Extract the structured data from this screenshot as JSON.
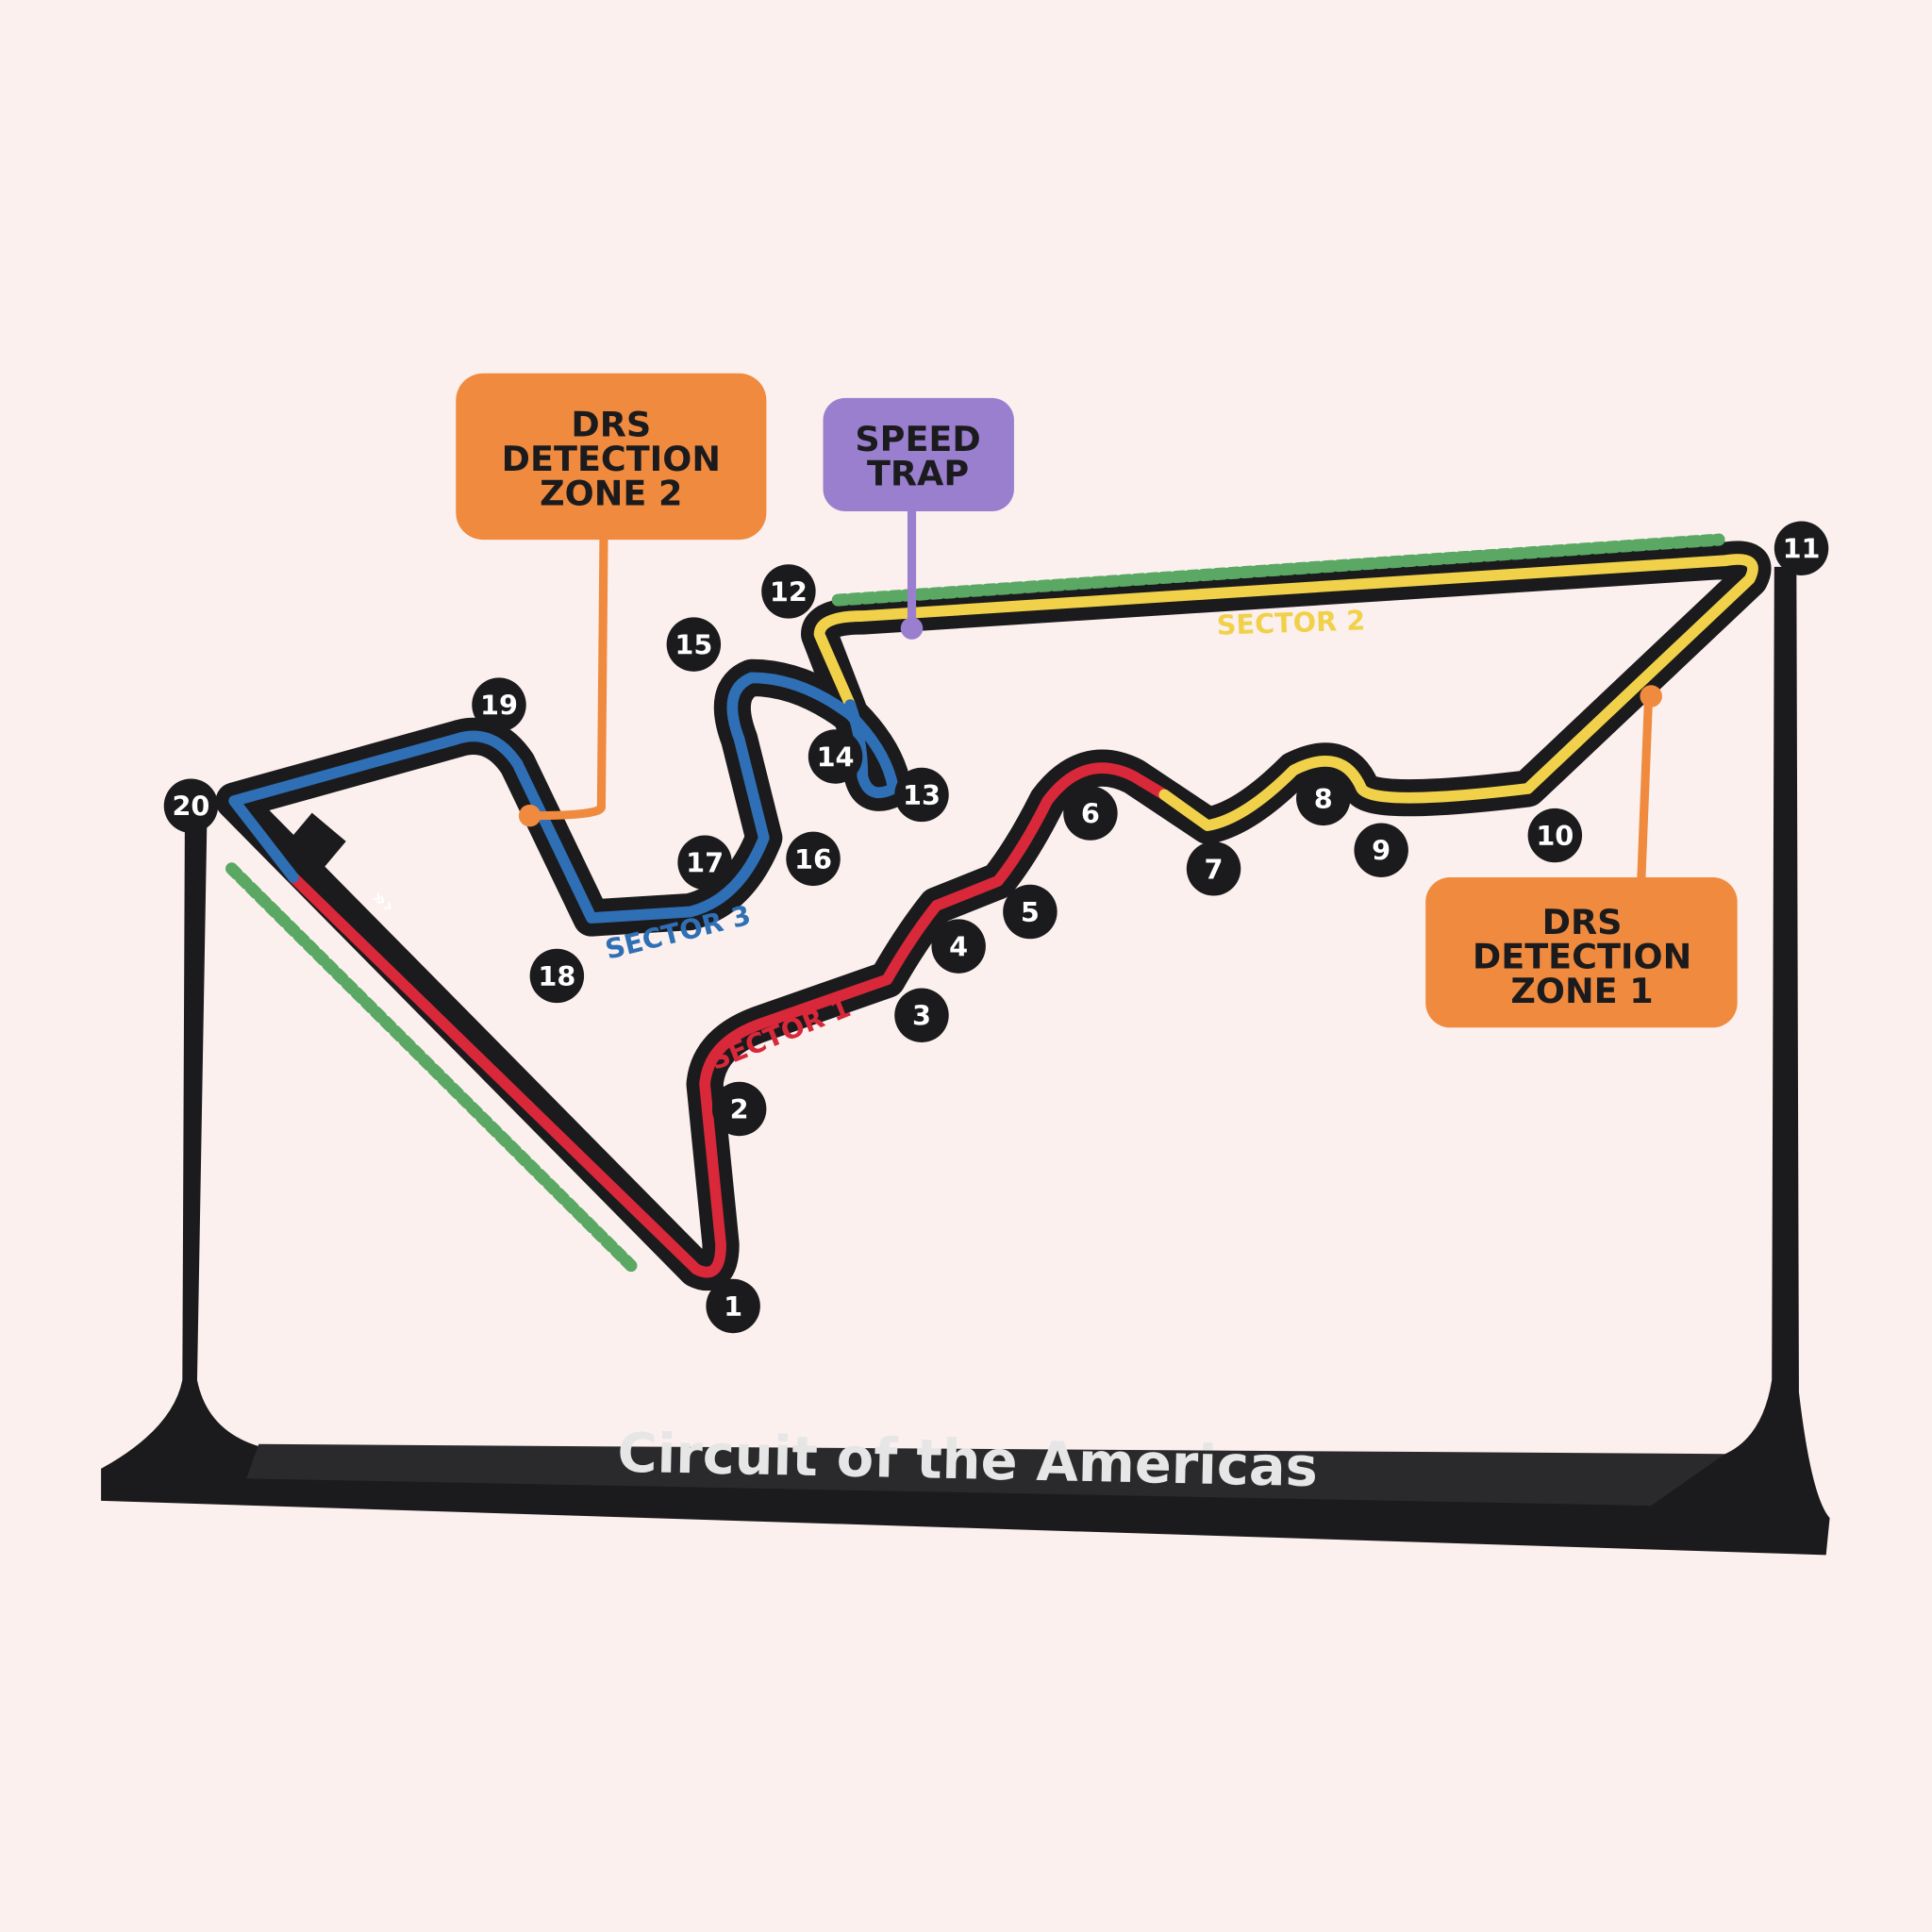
{
  "model": {
    "base_text": "Circuit of the Americas",
    "callouts": [
      {
        "lines": [
          "DRS",
          "DETECTION",
          "ZONE 2"
        ],
        "color": "#f08a3e"
      },
      {
        "lines": [
          "SPEED",
          "TRAP"
        ],
        "color": "#9b7fcf"
      },
      {
        "lines": [
          "DRS",
          "DETECTION",
          "ZONE 1"
        ],
        "color": "#f08a3e"
      }
    ],
    "sectors": [
      {
        "label": "SECTOR 1",
        "color": "#d8283a"
      },
      {
        "label": "SECTOR 2",
        "color": "#f1d14a"
      },
      {
        "label": "SECTOR 3",
        "color": "#2f6fb5"
      }
    ],
    "turns": [
      "1",
      "2",
      "3",
      "4",
      "5",
      "6",
      "7",
      "8",
      "9",
      "10",
      "11",
      "12",
      "13",
      "14",
      "15",
      "16",
      "17",
      "18",
      "19",
      "20"
    ],
    "colors": {
      "background": "#fbf0ee",
      "frame": "#1b1b1d",
      "kerb": "#5aa864",
      "base_text": "#e6e6e6"
    }
  }
}
